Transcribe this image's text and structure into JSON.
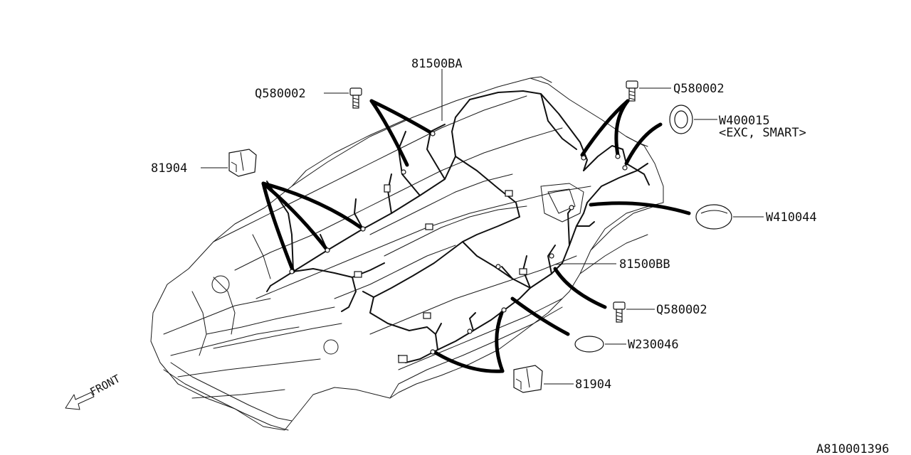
{
  "diagram": {
    "part_number_labels": {
      "harness_ba": "81500BA",
      "harness_bb": "81500BB",
      "bolt_left": "Q580002",
      "bolt_top_right": "Q580002",
      "bolt_lower_right": "Q580002",
      "plug_w400015": "W400015",
      "plug_w400015_note": "<EXC, SMART>",
      "plug_w410044": "W410044",
      "plug_w230046": "W230046",
      "clip_upper": "81904",
      "clip_lower": "81904"
    },
    "direction_label": "FRONT",
    "figure_id": "A810001396"
  }
}
